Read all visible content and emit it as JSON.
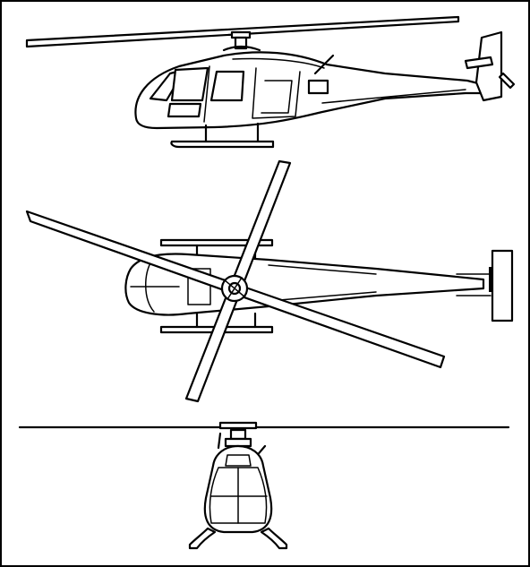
{
  "figure": {
    "views": [
      {
        "name": "side-view"
      },
      {
        "name": "top-view"
      },
      {
        "name": "front-view"
      }
    ],
    "colors": {
      "line": "#000000",
      "background": "#ffffff"
    }
  }
}
